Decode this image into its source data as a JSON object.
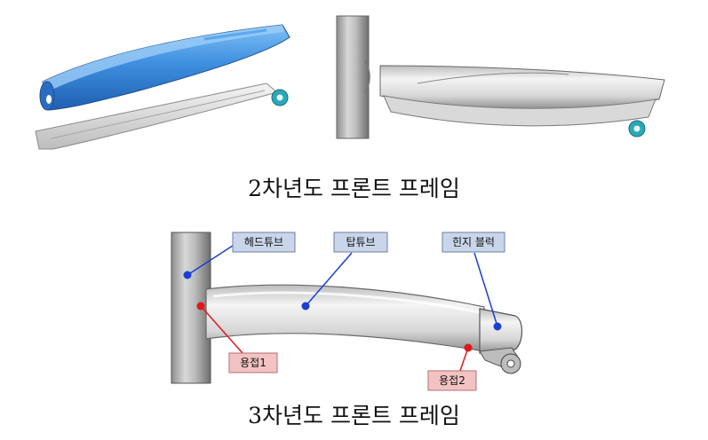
{
  "top_section": {
    "caption": "2차년도 프론트 프레임"
  },
  "bottom_section": {
    "caption": "3차년도 프론트 프레임",
    "labels": {
      "head_tube": "헤드튜브",
      "top_tube": "탑튜브",
      "hinge_block": "힌지 블럭",
      "weld_1": "용접1",
      "weld_2": "용접2"
    }
  },
  "colors": {
    "blue_part": "#3f8fe0",
    "teal_hinge": "#2aa8b8",
    "label_blue_fill": "#c9d6ea",
    "label_red_fill": "#f3c3c3",
    "blue_dot": "#1a3fd0",
    "red_dot": "#e01818"
  }
}
